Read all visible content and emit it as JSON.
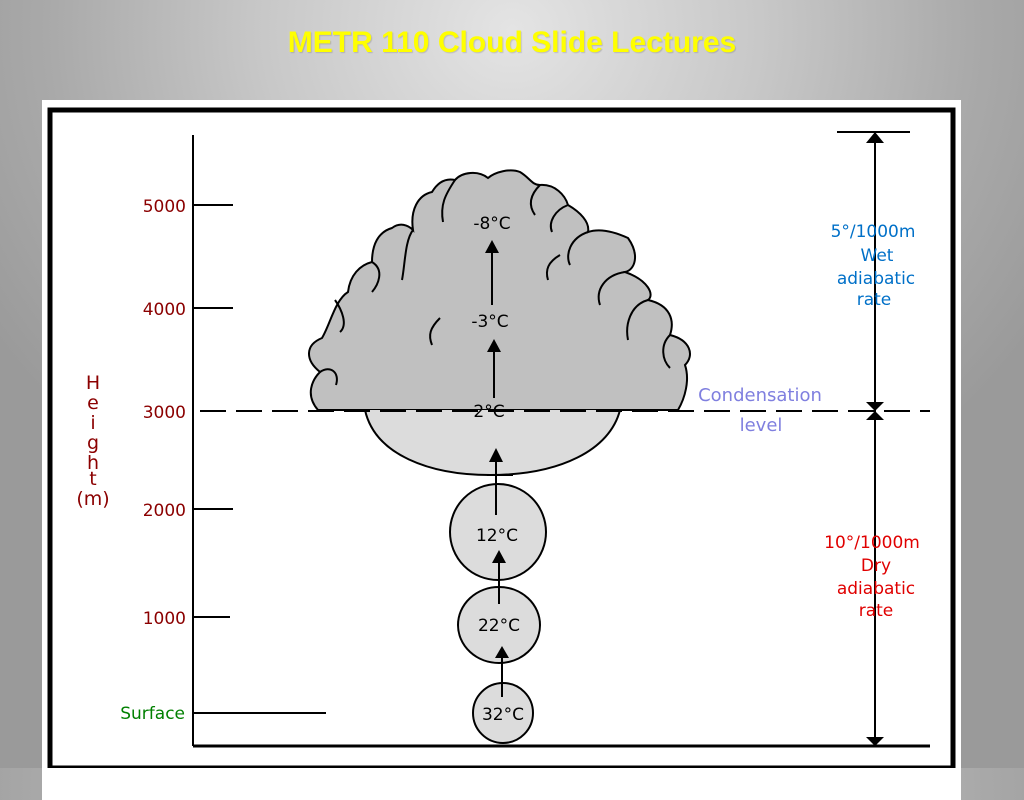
{
  "slide": {
    "title": "METR 110 Cloud Slide Lectures"
  },
  "diagram": {
    "y_axis": {
      "title": "Height (m)",
      "title_letters": [
        "H",
        "e",
        "i",
        "g",
        "h",
        "t",
        "(m)"
      ],
      "ticks": [
        "5000",
        "4000",
        "3000",
        "2000",
        "1000",
        "Surface"
      ]
    },
    "parcel_temperatures": [
      "32°C",
      "22°C",
      "12°C",
      "2°C",
      "-3°C",
      "-8°C"
    ],
    "condensation_label": [
      "Condensation",
      "level"
    ],
    "wet_rate_label": [
      "5°/1000m",
      "Wet",
      "adiabatic",
      "rate"
    ],
    "dry_rate_label": [
      "10°/1000m",
      "Dry",
      "adiabatic",
      "rate"
    ],
    "colors": {
      "title": "#ffff00",
      "axis_labels": "#8b0000",
      "surface_label": "#008000",
      "wet_rate": "#0070c8",
      "dry_rate": "#e00000",
      "condensation": "#7f7fdf",
      "cloud_fill": "#c0c0c0",
      "parcel_fill": "#dcdcdc"
    }
  }
}
